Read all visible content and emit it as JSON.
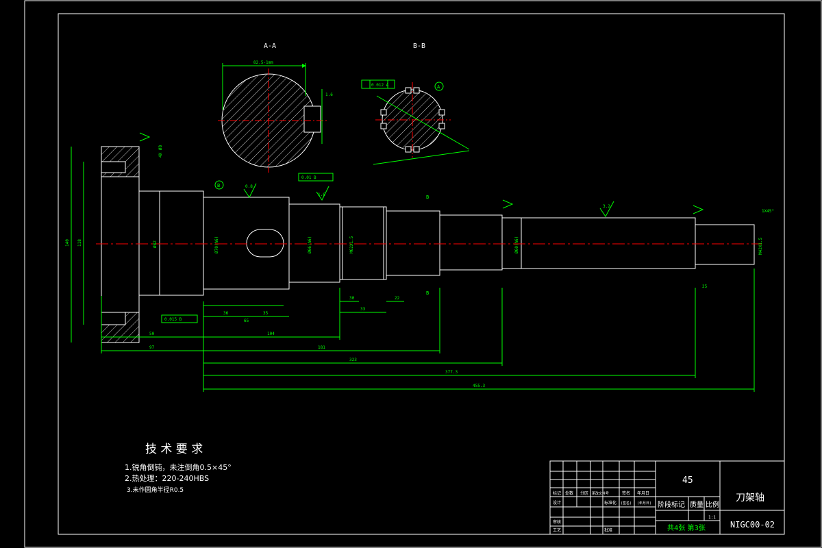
{
  "views": {
    "section_a_label": "A-A",
    "section_b_label": "B-B"
  },
  "dimensions": {
    "d_82": "82.5-1mm",
    "len_50": "50",
    "len_97": "97",
    "len_104": "104",
    "len_181": "181",
    "len_323": "323",
    "len_377": "377.3",
    "len_455": "455.3",
    "len_36": "36",
    "len_65": "65",
    "len_35": "35",
    "len_33": "33",
    "len_30": "30",
    "len_22": "22",
    "len_25": "25",
    "dia_140": "140",
    "dia_118": "118",
    "dia_82": "Ø82",
    "dia_73": "Ø70(h6)",
    "dia_66": "Ø66(h6)",
    "dia_62": "M62X1.5",
    "dia_60": "Ø60(h6)",
    "dia_thread": "M42X1.5",
    "chamfer_end": "1X45°",
    "gt_1": "0.012 A",
    "gt_2": "0.015 B",
    "gt_3": "0.01 B",
    "rough_1": "0.8",
    "rough_2": "1.6",
    "rough_3": "3.2",
    "datum_a": "A",
    "datum_b": "B",
    "cut_b": "B",
    "hole": "4X Ø8"
  },
  "notes": {
    "title": "技 术 要 求",
    "items": [
      "1.锐角倒钝，未注倒角0.5×45°",
      "2.热处理：220-240HBS",
      "3.未作圆角半径R0.5"
    ]
  },
  "title_block": {
    "material": "45",
    "part_name": "刀架轴",
    "drawing_no": "NIGC00-02",
    "stage_mark": "阶段标记",
    "weight": "质量",
    "scale": "比例",
    "scale_value": "1:1",
    "sheets": "共4张 第3张",
    "row_labels": [
      "标记",
      "处数",
      "分区",
      "更改文件号",
      "签名",
      "年月日"
    ],
    "designer": "设计",
    "standard": "标准化",
    "checker": "审核",
    "craft": "工艺",
    "approve": "批准",
    "sig": "(签名)",
    "date": "(年月日)"
  },
  "colors": {
    "geometry": "#ffffff",
    "dimension": "#00ff00",
    "centerline": "#ff0000",
    "hatch": "#ffffff",
    "text": "#ffffff"
  }
}
